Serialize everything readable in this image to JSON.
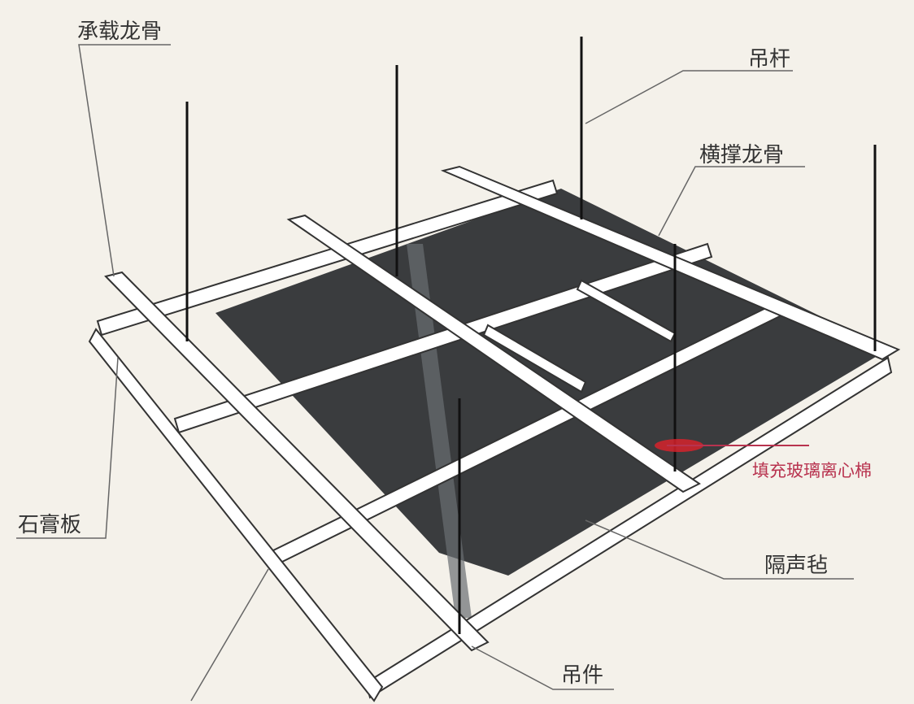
{
  "labels": {
    "main_keel": "承载龙骨",
    "hanger_rod": "吊杆",
    "cross_keel": "横撑龙骨",
    "fill": "填充玻璃离心棉",
    "gypsum_board": "石膏板",
    "sound_felt": "隔声毡",
    "hanger": "吊件"
  },
  "colors": {
    "background": "#f4f1ea",
    "panel": "#3a3c3e",
    "frame": "#ffffff",
    "fill_label": "#b8334f"
  }
}
